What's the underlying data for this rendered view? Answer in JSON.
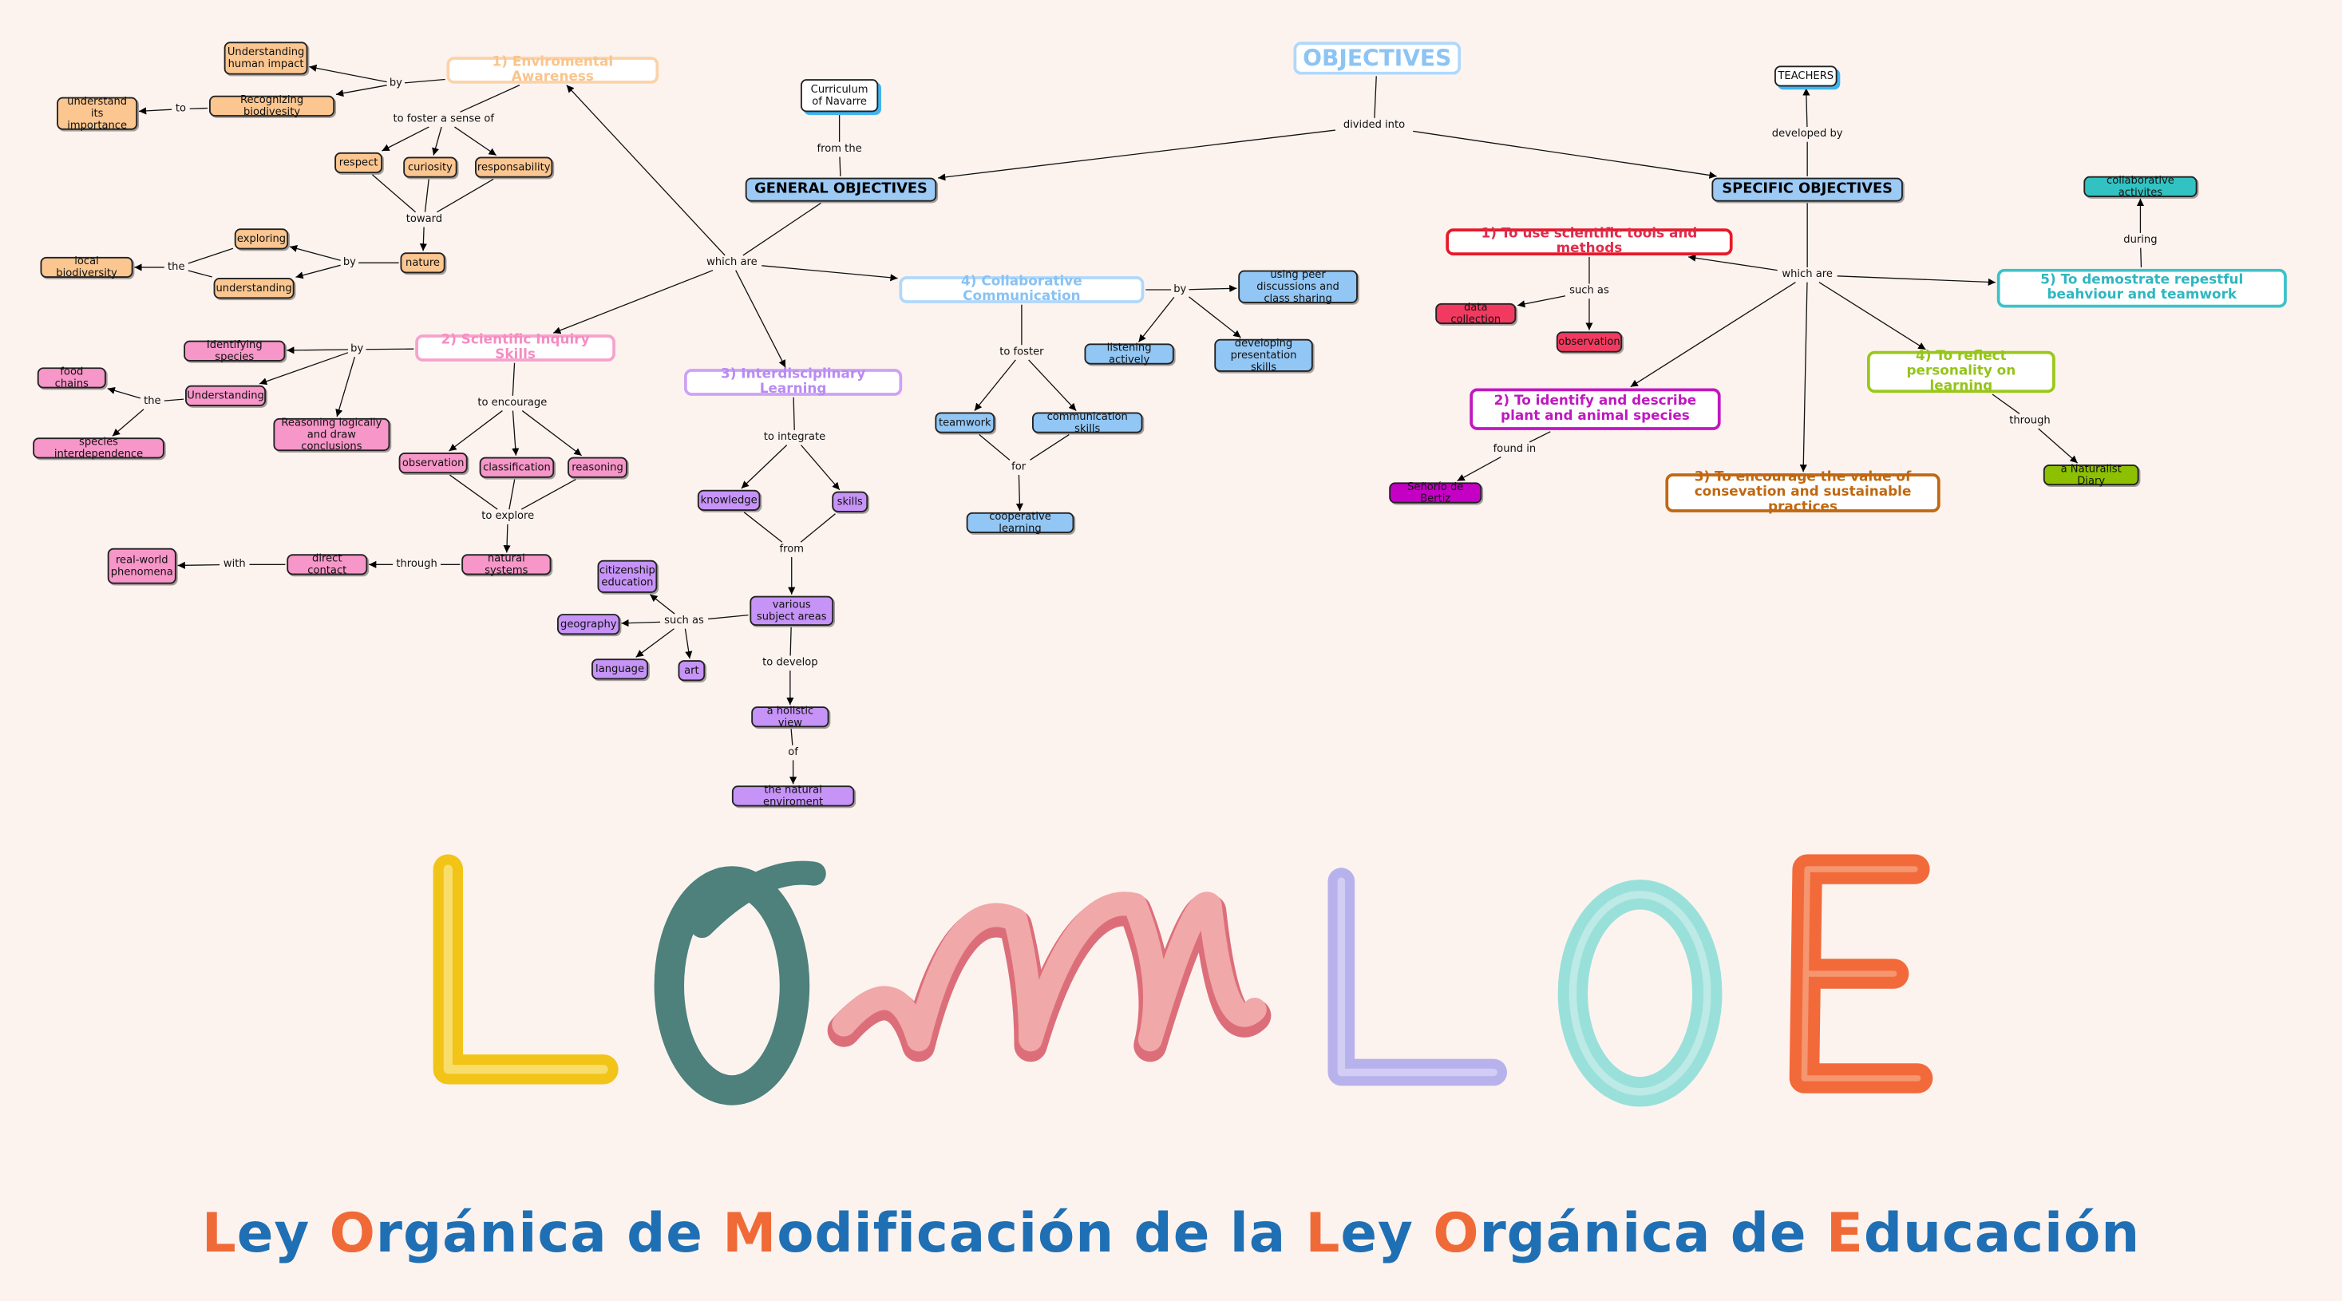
{
  "nodes": {
    "objectives": "OBJECTIVES",
    "curriculum": "Curriculum of Navarre",
    "general": "GENERAL OBJECTIVES",
    "specific": "SPECIFIC OBJECTIVES",
    "teachers": "TEACHERS",
    "env": "1) Enviromental Awareness",
    "uhi": "Understanding human impact",
    "recog": "Recognizing biodivesity",
    "uimp": "understand its importance",
    "respect": "respect",
    "curiosity": "curiosity",
    "resp": "responsability",
    "nature": "nature",
    "exploring": "exploring",
    "understanding": "understanding",
    "localbio": "local biodiversity",
    "sci": "2) Scientific Inquiry Skills",
    "ident": "Identifying species",
    "underst": "Understanding",
    "food": "food chains",
    "species": "species interdependence",
    "reasonlog": "Reasoning logically and draw conclusions",
    "obs": "observation",
    "class": "classification",
    "reason": "reasoning",
    "natsys": "natural systems",
    "direct": "direct contact",
    "realworld": "real-world phenomena",
    "inter": "3) Interdisciplinary Learning",
    "knowledge": "knowledge",
    "skills": "skills",
    "various": "various subject areas",
    "citizen": "citizenship education",
    "geo": "geography",
    "lang": "language",
    "art": "art",
    "holistic": "a holistic view",
    "natenv": "the natural enviroment",
    "collab": "4) Collaborative Communication",
    "peer": "using peer discussions and class sharing",
    "listen": "listening actively",
    "devpres": "developing presentation skills",
    "teamwork": "teamwork",
    "comm": "communication skills",
    "coop": "cooperative learning",
    "s1": "1) To use scientific tools and methods",
    "datacol": "data collection",
    "sobs": "observation",
    "s2": "2) To identify and describe plant and animal species",
    "senorio": "Señorío de Bertiz",
    "s3": "3) To encourage the value of consevation and sustainable practices",
    "s4": "4) To reflect personality on learning",
    "diary": "a Naturalist Diary",
    "s5": "5) To demostrate repestful beahviour and teamwork",
    "collabact": "collaborative activites"
  },
  "links": {
    "by1": "by",
    "to1": "to",
    "foster": "to foster a sense of",
    "toward": "toward",
    "by2": "by",
    "the1": "the",
    "which1": "which are",
    "fromthe": "from the",
    "divided": "divided into",
    "developed": "developed by",
    "which2": "which are",
    "by3": "by",
    "the2": "the",
    "encourage": "to encourage",
    "explore": "to explore",
    "through1": "through",
    "with": "with",
    "integrate": "to integrate",
    "from": "from",
    "suchas1": "such as",
    "develop": "to develop",
    "of": "of",
    "by4": "by",
    "foster2": "to foster",
    "for": "for",
    "suchas2": "such as",
    "found": "found in",
    "through2": "through",
    "during": "during"
  },
  "logo": "LOMLOE",
  "logo_colors": [
    "#f2c418",
    "#4e807c",
    "#f0a8a8",
    "#b8b2ec",
    "#9ae0da",
    "#f26a3a"
  ],
  "footer": {
    "segments": [
      {
        "t": "L",
        "hl": true
      },
      {
        "t": "ey ",
        "hl": false
      },
      {
        "t": "O",
        "hl": true
      },
      {
        "t": "rgánica de ",
        "hl": false
      },
      {
        "t": "M",
        "hl": true
      },
      {
        "t": "odificación de la ",
        "hl": false
      },
      {
        "t": "L",
        "hl": true
      },
      {
        "t": "ey ",
        "hl": false
      },
      {
        "t": "O",
        "hl": true
      },
      {
        "t": "rgánica de ",
        "hl": false
      },
      {
        "t": "E",
        "hl": true
      },
      {
        "t": "ducación",
        "hl": false
      }
    ]
  }
}
